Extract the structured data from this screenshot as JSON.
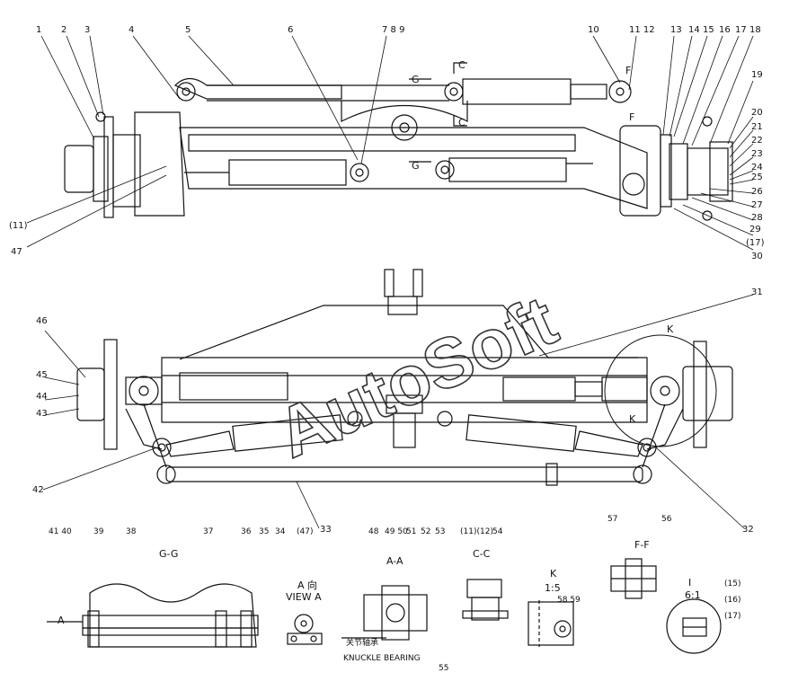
{
  "watermark": "AutoSoft",
  "callouts_top": [
    "1",
    "2",
    "3",
    "4",
    "5",
    "6",
    "7 8 9",
    "10",
    "11 12",
    "13",
    "14",
    "15",
    "16",
    "17",
    "18"
  ],
  "callouts_right_top": [
    "19",
    "20",
    "21",
    "22",
    "23",
    "24",
    "25",
    "26",
    "27",
    "28",
    "29",
    "(17)",
    "30"
  ],
  "callouts_left_top": [
    "(11)",
    "47"
  ],
  "callouts_mid": [
    "31",
    "46",
    "45",
    "44",
    "43",
    "42",
    "33",
    "32"
  ],
  "sections": {
    "gg": "G-G",
    "g_mark": "G",
    "c_mark": "C",
    "f_mark": "F",
    "k_mark": "K",
    "a_mark": "A",
    "view_a_cn": "A 向",
    "view_a": "VIEW A",
    "aa": "A-A",
    "cc": "C-C",
    "k": "K",
    "k_scale": "1:5",
    "ff": "F-F",
    "i": "I",
    "i_scale": "6:1"
  },
  "bottom_callouts": {
    "g_section": [
      "41 40",
      "39",
      "38",
      "37",
      "36",
      "35",
      "34",
      "(47)"
    ],
    "a_section": [
      "48",
      "49 50",
      "51",
      "52",
      "53",
      "55"
    ],
    "c_section": [
      "(11)(12)",
      "54"
    ],
    "k_section": [
      "58 59"
    ],
    "f_section": [
      "57",
      "56"
    ],
    "i_section": [
      "(15)",
      "(16)",
      "(17)"
    ]
  },
  "knuckle_bearing_cn": "关节轴承",
  "knuckle_bearing": "KNUCKLE BEARING"
}
